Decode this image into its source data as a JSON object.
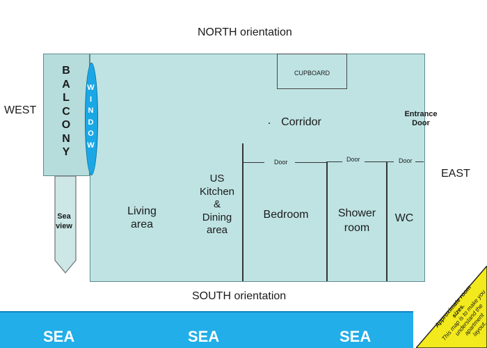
{
  "orientation": {
    "north": "NORTH orientation",
    "south": "SOUTH orientation",
    "west": "WEST",
    "east": "EAST"
  },
  "rooms": {
    "balcony_letters": [
      "B",
      "A",
      "L",
      "C",
      "O",
      "N",
      "Y"
    ],
    "window_letters": [
      "W",
      "I",
      "N",
      "D",
      "O",
      "W"
    ],
    "sea_view": [
      "Sea",
      "view"
    ],
    "cupboard": "CUPBOARD",
    "corridor": "Corridor",
    "entrance_door": [
      "Entrance",
      "Door"
    ],
    "living_area": [
      "Living",
      "area"
    ],
    "kitchen": [
      "US",
      "Kitchen",
      "&",
      "Dining",
      "area"
    ],
    "bedroom": "Bedroom",
    "shower_room": [
      "Shower",
      "room"
    ],
    "wc": "WC"
  },
  "doors": [
    "Door",
    "Door",
    "Door"
  ],
  "sea": [
    "SEA",
    "SEA",
    "SEA"
  ],
  "note": [
    "Approximate room sizes.",
    "This map is to make you",
    "understand the",
    "apartment",
    "layout."
  ],
  "colors": {
    "floor": "#bfe3e3",
    "balcony": "#b6dcdc",
    "window": "#1aa7e6",
    "sea": "#22aee8",
    "note_bg": "#f2ea1c",
    "arrow": "#cde7e7"
  }
}
